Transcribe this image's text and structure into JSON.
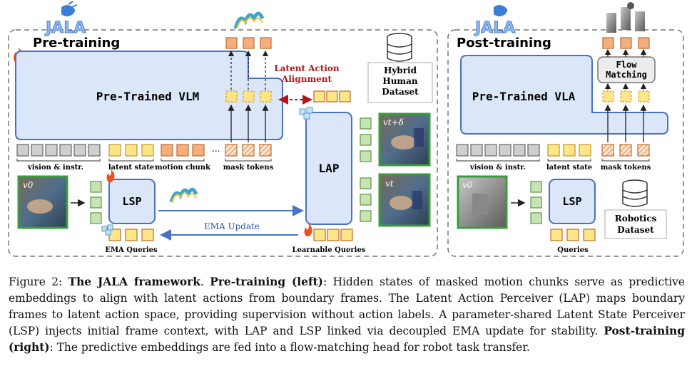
{
  "figure": {
    "left": {
      "brand": "JALA",
      "panel_title": "Pre-training",
      "vlm_label": "Pre-Trained VLM",
      "alignment_label_line1": "Latent Action",
      "alignment_label_line2": "Alignment",
      "dataset_line1": "Hybrid",
      "dataset_line2": "Human",
      "dataset_line3": "Dataset",
      "lap_label": "LAP",
      "lsp_label": "LSP",
      "ema_update_label": "EMA Update",
      "ema_queries_label": "EMA Queries",
      "learnable_queries_label": "Learnable Queries",
      "token_labels": [
        "vision & instr.",
        "latent state",
        "motion chunk",
        "mask tokens"
      ],
      "ellipsis": "...",
      "frame_v0": "v0",
      "frame_vt": "vt",
      "frame_vtd": "vt+δ"
    },
    "right": {
      "brand": "JALA",
      "panel_title": "Post-training",
      "vla_label": "Pre-Trained VLA",
      "flow_line1": "Flow",
      "flow_line2": "Matching",
      "lsp_label": "LSP",
      "dataset_line1": "Robotics",
      "dataset_line2": "Dataset",
      "queries_label": "Queries",
      "token_labels": [
        "vision & instr.",
        "latent state",
        "mask tokens"
      ],
      "frame_v0": "v0"
    },
    "colors": {
      "blue_fill": "#dbe6f8",
      "blue_stroke": "#4a72c4",
      "orange": "#f3b07e",
      "yellow": "#fde58a",
      "green": "#c7e5b4",
      "gray": "#cfcfcf",
      "red": "#b5161a"
    }
  },
  "caption": {
    "s1": "Figure 2: ",
    "s2": "The JALA framework",
    "s3": ". ",
    "s4": "Pre-training (left)",
    "s5": ": Hidden states of masked motion chunks serve as predictive embeddings to align with latent actions from boundary frames. The Latent Action Perceiver (LAP) maps boundary frames to latent action space, providing supervision without action labels. A parameter-shared Latent State Perceiver (LSP) injects initial frame context, with LAP and LSP linked via decoupled EMA update for stability. ",
    "s6": "Post-training (right)",
    "s7": ": The predictive embeddings are fed into a flow-matching head for robot task transfer."
  }
}
